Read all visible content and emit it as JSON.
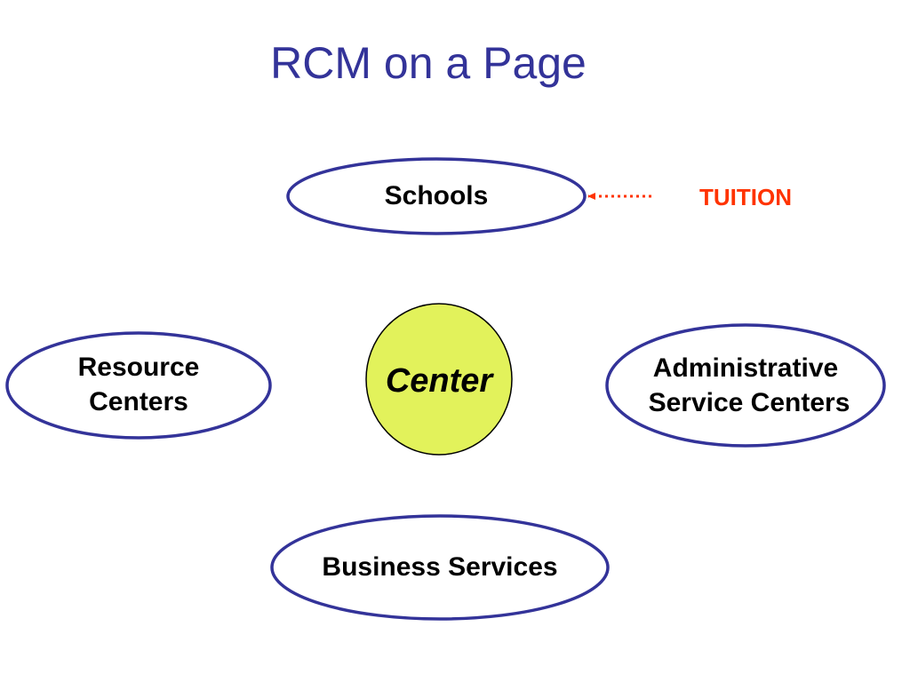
{
  "slide": {
    "title": "RCM on a Page"
  },
  "nodes": {
    "schools": "Schools",
    "center": "Center",
    "resource_centers": [
      "Resource",
      "Centers"
    ],
    "admin_centers": [
      "Administrative",
      "Service Centers"
    ],
    "business_services": "Business Services"
  },
  "flows": {
    "tuition": "TUITION"
  },
  "colors": {
    "title": "#333399",
    "ellipse_stroke": "#333399",
    "center_fill": "#e2f25b",
    "center_stroke": "#000000",
    "tuition": "#ff3300"
  }
}
